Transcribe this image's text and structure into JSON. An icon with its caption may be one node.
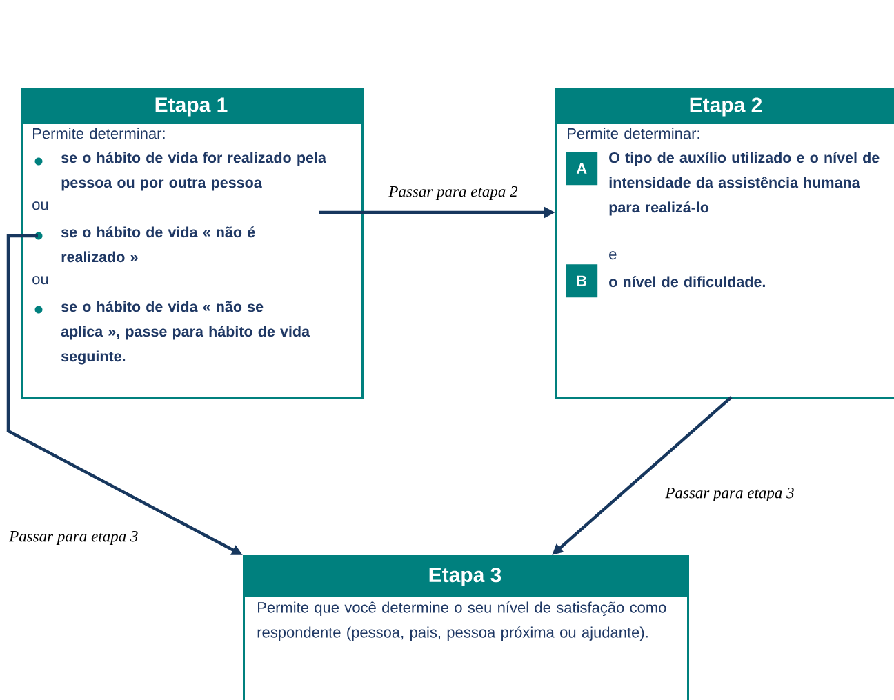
{
  "diagram": {
    "nodes": [
      {
        "text": [
          "Etapa 1",
          "Permite determinar:",
          "se o hábito de vida for realizado pela pessoa ou por outra pessoa",
          "ou",
          "se o hábito de vida « não é realizado »",
          "ou",
          "se o hábito de vida « não se aplica », passe para hábito de vida seguinte."
        ]
      },
      {
        "text": [
          "Etapa 2",
          "Permite determinar:",
          "O tipo de auxílio utilizado e o nível de intensidade da assistência humana para realizá-lo",
          "e",
          "o nível de dificuldade."
        ]
      },
      {
        "text": [
          "A"
        ],
        "in": 1
      },
      {
        "text": [
          "B"
        ],
        "in": 1
      },
      {
        "text": [
          "Etapa 3",
          "Permite que você determine o seu nível de satisfação como respondente (pessoa, pais, pessoa próxima ou ajudante)."
        ]
      }
    ],
    "edges": [
      {
        "from": 0,
        "to": 1,
        "arrow": "to",
        "label": "Passar para etapa 2"
      },
      {
        "from": 0,
        "to": 4,
        "arrow": "to",
        "label": "Passar para etapa 3"
      },
      {
        "from": 1,
        "to": 4,
        "arrow": "to",
        "label": "Passar para etapa 3"
      }
    ]
  }
}
